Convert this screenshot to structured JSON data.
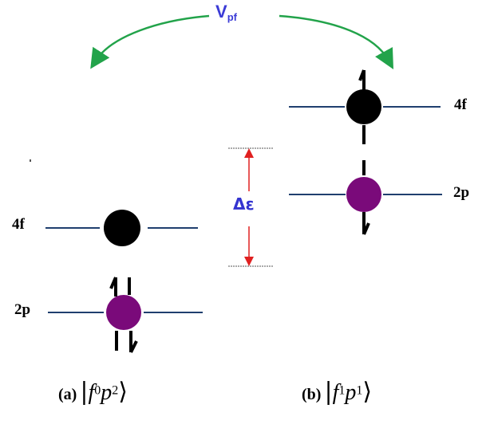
{
  "coupling": {
    "symbol": "V",
    "subscript": "pf"
  },
  "energy_gap": {
    "symbol": "Δε"
  },
  "config_a": {
    "level_upper": "4f",
    "level_lower": "2p",
    "caption_tag": "(a)",
    "ket_f": "f",
    "ket_f_exp": "0",
    "ket_p": "p",
    "ket_p_exp": "2"
  },
  "config_b": {
    "level_upper": "4f",
    "level_lower": "2p",
    "caption_tag": "(b)",
    "ket_f": "f",
    "ket_f_exp": "1",
    "ket_p": "p",
    "ket_p_exp": "1"
  },
  "colors": {
    "level_line": "#1f3f6e",
    "f_orbital_dot": "#000000",
    "p_orbital_dot": "#7a0a7a",
    "arrow_green": "#22a34a",
    "arrow_red": "#e02020",
    "label_blue": "#3434d0"
  }
}
